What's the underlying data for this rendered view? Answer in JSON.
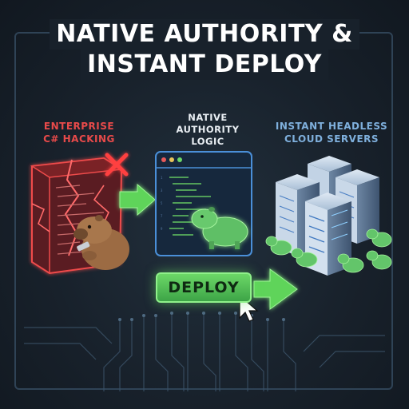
{
  "title": {
    "line1": "NATIVE AUTHORITY &",
    "line2": "INSTANT DEPLOY"
  },
  "panels": {
    "left": {
      "label_line1": "ENTERPRISE",
      "label_line2": "C# HACKING"
    },
    "middle": {
      "label_line1": "NATIVE",
      "label_line2": "AUTHORITY",
      "label_line3": "LOGIC"
    },
    "right": {
      "label_line1": "INSTANT HEADLESS",
      "label_line2": "CLOUD SERVERS"
    }
  },
  "deploy_button": {
    "label": "DEPLOY"
  },
  "icons": [
    "red-x-icon",
    "broken-code-block-icon",
    "capybara-icon",
    "code-window-icon",
    "server-stack-icon",
    "arrow-right-icon",
    "cursor-icon"
  ],
  "colors": {
    "background": "#18212b",
    "error_red": "#e84a4a",
    "success_green": "#6cd867",
    "server_blue": "#7fb0dd",
    "window_blue": "#4a8fd8"
  }
}
